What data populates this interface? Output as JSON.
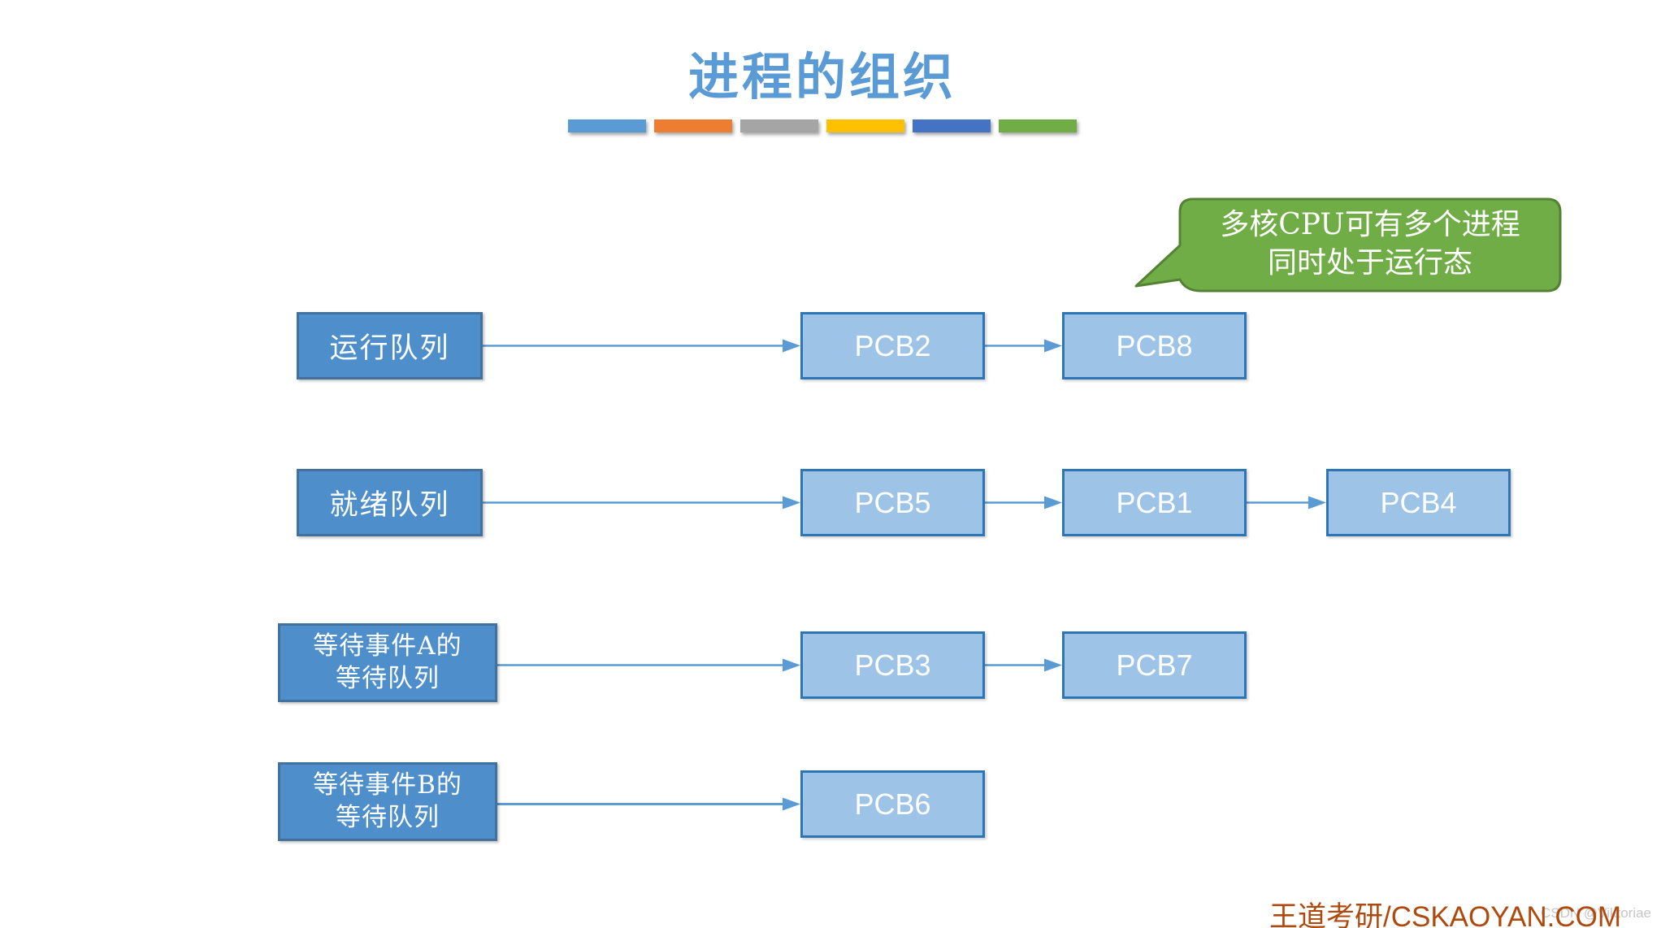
{
  "slide": {
    "title": "进程的组织"
  },
  "legend_bars": [
    "#5B9BD5",
    "#ED7D31",
    "#A5A5A5",
    "#FFC000",
    "#4472C4",
    "#70AD47"
  ],
  "callout": {
    "line1": "多核CPU可有多个进程",
    "line2": "同时处于运行态",
    "fill": "#70AD47",
    "border": "#548235"
  },
  "rows": [
    {
      "queue": {
        "label": "运行队列"
      },
      "pcbs": [
        "PCB2",
        "PCB8"
      ]
    },
    {
      "queue": {
        "label": "就绪队列"
      },
      "pcbs": [
        "PCB5",
        "PCB1",
        "PCB4"
      ]
    },
    {
      "queue": {
        "label_line1": "等待事件A的",
        "label_line2": "等待队列"
      },
      "pcbs": [
        "PCB3",
        "PCB7"
      ]
    },
    {
      "queue": {
        "label_line1": "等待事件B的",
        "label_line2": "等待队列"
      },
      "pcbs": [
        "PCB6"
      ]
    }
  ],
  "footer": {
    "brand": "王道考研/CSKAOYAN.COM",
    "watermark": "CSDN @Viktoriae"
  },
  "colors": {
    "title": "#5B9BD5",
    "queue_fill": "#4E8FCB",
    "queue_border": "#41719C",
    "pcb_fill": "#9DC3E6",
    "pcb_border": "#2E75B6",
    "arrow": "#5B9BD5",
    "brand_text": "#AF4A0F",
    "watermark_text": "#C6C6C6"
  }
}
